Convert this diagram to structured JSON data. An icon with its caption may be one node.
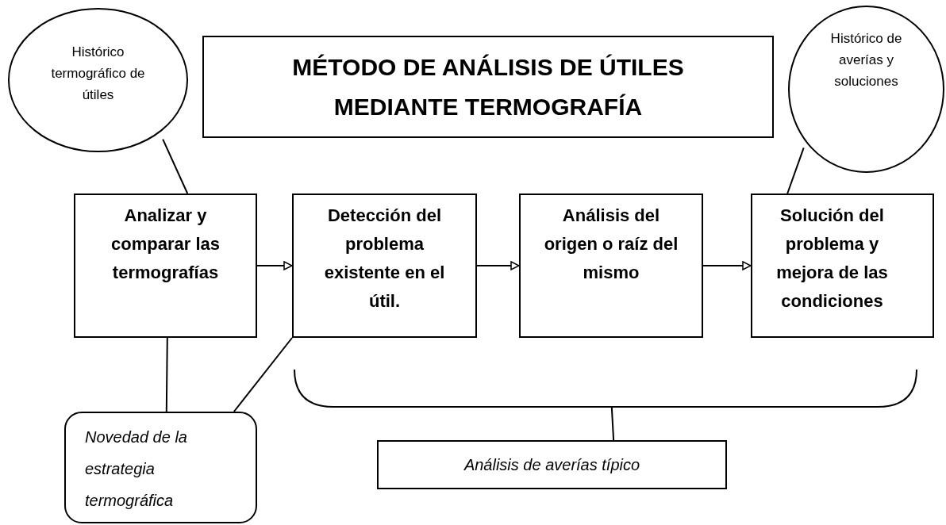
{
  "diagram": {
    "nodes": [
      {
        "text": [
          "MÉTODO DE ANÁLISIS DE ÚTILES MEDIANTE TERMOGRAFÍA"
        ]
      },
      {
        "text": [
          "Histórico termográfico de útiles"
        ]
      },
      {
        "text": [
          "Histórico de averías y soluciones"
        ]
      },
      {
        "text": [
          "Analizar y comparar las termografías"
        ]
      },
      {
        "text": [
          "Detección del problema existente en el útil."
        ]
      },
      {
        "text": [
          "Análisis del origen o raíz del mismo"
        ]
      },
      {
        "text": [
          "Solución del problema y mejora de las condiciones"
        ]
      },
      {
        "text": [
          "Novedad  de la estrategia termográfica"
        ]
      },
      {
        "text": [],
        "shape": "bracket"
      },
      {
        "text": [
          "Análisis de averías típico"
        ]
      }
    ],
    "edges": [
      {
        "from": 1,
        "to": 3,
        "arrow": "none"
      },
      {
        "from": 2,
        "to": 6,
        "arrow": "none"
      },
      {
        "from": 3,
        "to": 4,
        "arrow": "to"
      },
      {
        "from": 4,
        "to": 5,
        "arrow": "to"
      },
      {
        "from": 5,
        "to": 6,
        "arrow": "to"
      },
      {
        "from": 7,
        "to": 3,
        "arrow": "none"
      },
      {
        "from": 7,
        "to": 4,
        "arrow": "none"
      },
      {
        "from": 8,
        "to": 9,
        "arrow": "none"
      }
    ]
  }
}
